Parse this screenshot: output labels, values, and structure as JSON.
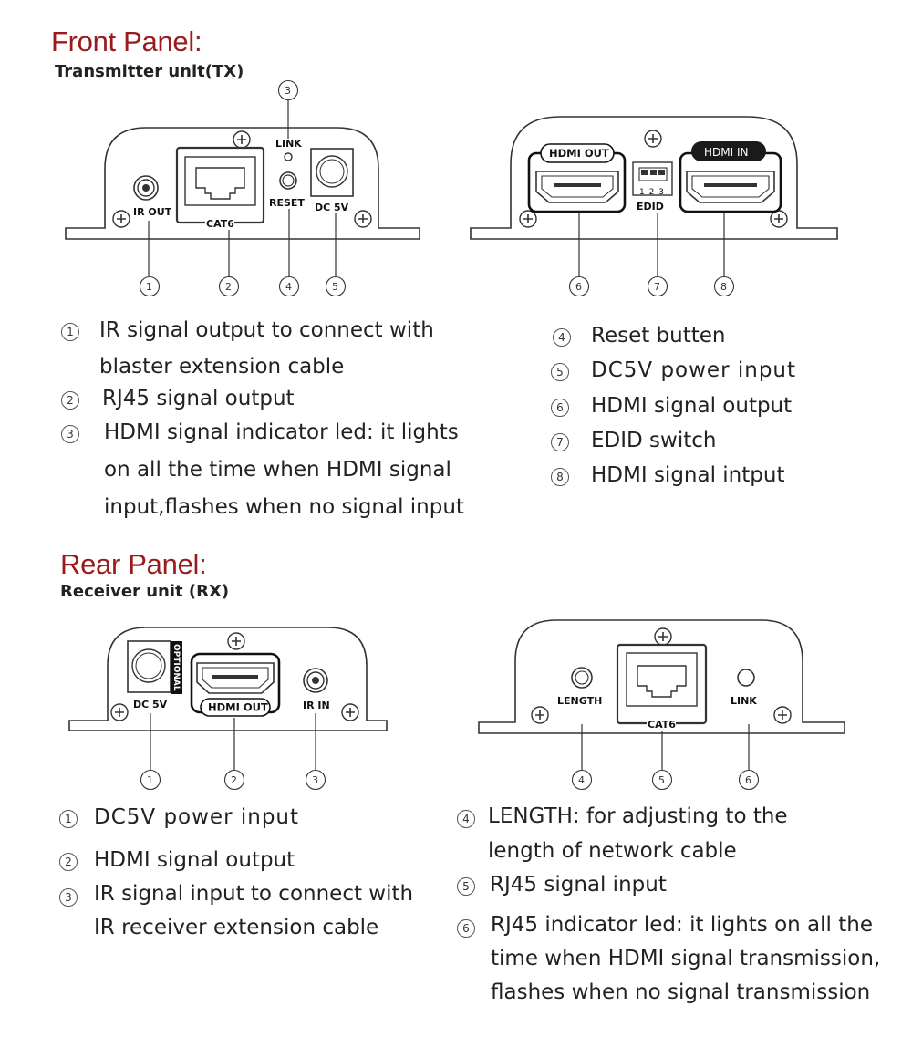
{
  "front": {
    "title": "Front Panel:",
    "subtitle": "Transmitter unit(TX)",
    "tx_labels": {
      "ir_out": "IR OUT",
      "cat6": "CAT6",
      "link": "LINK",
      "reset": "RESET",
      "dc5v": "DC 5V"
    },
    "tx_callouts": [
      "1",
      "2",
      "3",
      "4",
      "5"
    ],
    "tx_rear_labels": {
      "hdmi_out": "HDMI OUT",
      "hdmi_in": "HDMI IN",
      "edid": "EDID",
      "edid_pins": "1 2 3"
    },
    "tx_rear_callouts": [
      "6",
      "7",
      "8"
    ],
    "descriptions_left": [
      {
        "num": "1",
        "lines": [
          "IR signal output to connect with",
          "blaster extension cable"
        ]
      },
      {
        "num": "2",
        "lines": [
          "RJ45 signal output"
        ]
      },
      {
        "num": "3",
        "lines": [
          "HDMI signal indicator led: it lights",
          "on all the time when HDMI signal",
          "input,flashes when no signal input"
        ]
      }
    ],
    "descriptions_right": [
      {
        "num": "4",
        "lines": [
          "Reset butten"
        ]
      },
      {
        "num": "5",
        "lines": [
          "DC5V power input"
        ]
      },
      {
        "num": "6",
        "lines": [
          "HDMI signal output"
        ]
      },
      {
        "num": "7",
        "lines": [
          "EDID switch"
        ]
      },
      {
        "num": "8",
        "lines": [
          "HDMI signal intput"
        ]
      }
    ]
  },
  "rear": {
    "title": "Rear Panel:",
    "subtitle": "Receiver unit (RX)",
    "rx_labels": {
      "dc5v": "DC 5V",
      "optional": "OPTIONAL",
      "hdmi_out": "HDMI OUT",
      "ir_in": "IR IN"
    },
    "rx_callouts": [
      "1",
      "2",
      "3"
    ],
    "rx_rear_labels": {
      "length": "LENGTH",
      "cat6": "CAT6",
      "link": "LINK"
    },
    "rx_rear_callouts": [
      "4",
      "5",
      "6"
    ],
    "descriptions_left": [
      {
        "num": "1",
        "lines": [
          "DC5V power input"
        ]
      },
      {
        "num": "2",
        "lines": [
          "HDMI signal output"
        ]
      },
      {
        "num": "3",
        "lines": [
          "IR signal input to connect with",
          "IR receiver extension cable"
        ]
      }
    ],
    "descriptions_right": [
      {
        "num": "4",
        "lines": [
          "LENGTH: for adjusting to the",
          "length of network cable"
        ]
      },
      {
        "num": "5",
        "lines": [
          "RJ45 signal input"
        ]
      },
      {
        "num": "6",
        "lines": [
          "RJ45 indicator led: it lights on all the",
          "time when HDMI signal transmission,",
          "flashes when no signal transmission"
        ]
      }
    ]
  },
  "colors": {
    "title": "#9b1b1d",
    "text": "#222222",
    "line": "#333333"
  }
}
